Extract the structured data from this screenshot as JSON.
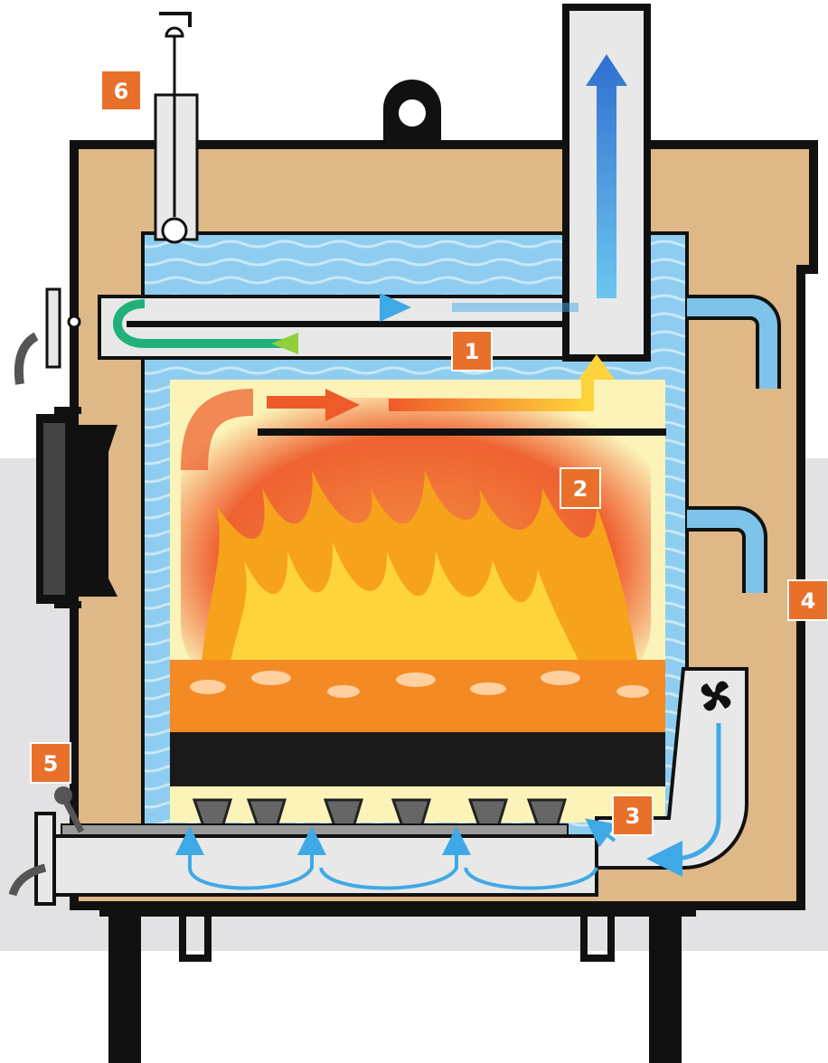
{
  "colors": {
    "background_band": "#e2e2e4",
    "insulation": "#deb887",
    "outline": "#111111",
    "water": "#7ec3ea",
    "water_light": "#c8e8f8",
    "duct": "#e8e8e8",
    "firebox": "#fbf3b8",
    "flame_outer": "#ee5a2a",
    "flame_mid": "#f7a21b",
    "flame_inner": "#ffd43b",
    "air_arrow": "#3fa9e6",
    "flue_arrow": "#3a7fd0",
    "badge": "#e8702a"
  },
  "callouts": {
    "c1": "1",
    "c2": "2",
    "c3": "3",
    "c4": "4",
    "c5": "5",
    "c6": "6"
  },
  "icons": [
    "thermometer-icon",
    "fan-icon",
    "chimney-up-arrow-icon"
  ]
}
